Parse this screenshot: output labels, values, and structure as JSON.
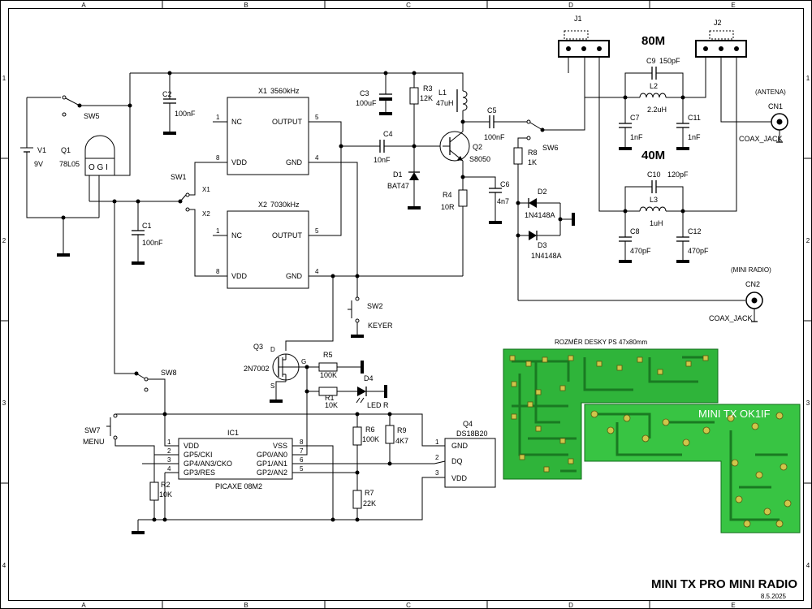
{
  "grid": {
    "columns": [
      "A",
      "B",
      "C",
      "D",
      "E"
    ],
    "rows": [
      "1",
      "2",
      "3",
      "4"
    ]
  },
  "components": {
    "v1": {
      "ref": "V1",
      "value": "9V"
    },
    "q1": {
      "ref": "Q1",
      "value": "78L05",
      "pins": "O G I"
    },
    "sw5": {
      "ref": "SW5"
    },
    "sw1": {
      "ref": "SW1",
      "pos1": "X1",
      "pos2": "X2"
    },
    "c2": {
      "ref": "C2",
      "value": "100nF"
    },
    "c1": {
      "ref": "C1",
      "value": "100nF"
    },
    "x1": {
      "ref": "X1",
      "value": "3560kHz",
      "pin_nc": "NC",
      "pin_vdd": "VDD",
      "pin_out": "OUTPUT",
      "pin_gnd": "GND",
      "n1": "1",
      "n8": "8",
      "n5": "5",
      "n4": "4"
    },
    "x2": {
      "ref": "X2",
      "value": "7030kHz",
      "pin_nc": "NC",
      "pin_vdd": "VDD",
      "pin_out": "OUTPUT",
      "pin_gnd": "GND",
      "n1": "1",
      "n8": "8",
      "n5": "5",
      "n4": "4"
    },
    "c3": {
      "ref": "C3",
      "value": "100uF"
    },
    "r3": {
      "ref": "R3",
      "value": "12K"
    },
    "l1": {
      "ref": "L1",
      "value": "47uH"
    },
    "c4": {
      "ref": "C4",
      "value": "10nF"
    },
    "d1": {
      "ref": "D1",
      "value": "BAT47"
    },
    "q2": {
      "ref": "Q2",
      "value": "S8050"
    },
    "r4": {
      "ref": "R4",
      "value": "10R"
    },
    "c5": {
      "ref": "C5",
      "value": "100nF"
    },
    "c6": {
      "ref": "C6",
      "value": "4n7"
    },
    "sw6": {
      "ref": "SW6"
    },
    "r8": {
      "ref": "R8",
      "value": "1K"
    },
    "d2": {
      "ref": "D2",
      "value": "1N4148A"
    },
    "d3": {
      "ref": "D3",
      "value": "1N4148A"
    },
    "j1": {
      "ref": "J1"
    },
    "j2": {
      "ref": "J2"
    },
    "c9": {
      "ref": "C9",
      "value": "150pF"
    },
    "l2": {
      "ref": "L2",
      "value": "2.2uH"
    },
    "c7": {
      "ref": "C7",
      "value": "1nF"
    },
    "c11": {
      "ref": "C11",
      "value": "1nF"
    },
    "c10": {
      "ref": "C10",
      "value": "120pF"
    },
    "l3": {
      "ref": "L3",
      "value": "1uH"
    },
    "c8": {
      "ref": "C8",
      "value": "470pF"
    },
    "c12": {
      "ref": "C12",
      "value": "470pF"
    },
    "cn1": {
      "ref": "CN1",
      "value": "COAX_JACK",
      "note": "(ANTENA)"
    },
    "cn2": {
      "ref": "CN2",
      "value": "COAX_JACK",
      "note": "(MINI RADIO)"
    },
    "sw2": {
      "ref": "SW2",
      "value": "KEYER"
    },
    "q3": {
      "ref": "Q3",
      "value": "2N7002",
      "pin_g": "G",
      "pin_d": "D",
      "pin_s": "S"
    },
    "r5": {
      "ref": "R5",
      "value": "100K"
    },
    "r1": {
      "ref": "R1",
      "value": "10K"
    },
    "d4": {
      "ref": "D4",
      "value": "LED R"
    },
    "sw8": {
      "ref": "SW8"
    },
    "sw7": {
      "ref": "SW7",
      "value": "MENU"
    },
    "ic1": {
      "ref": "IC1",
      "value": "PICAXE 08M2",
      "left": [
        "VDD",
        "GP5/CKI",
        "GP4/AN3/CKO",
        "GP3/RES"
      ],
      "left_nums": [
        "1",
        "2",
        "3",
        "4"
      ],
      "right": [
        "VSS",
        "GP0/AN0",
        "GP1/AN1",
        "GP2/AN2"
      ],
      "right_nums": [
        "8",
        "7",
        "6",
        "5"
      ]
    },
    "r6": {
      "ref": "R6",
      "value": "100K"
    },
    "r9": {
      "ref": "R9",
      "value": "4K7"
    },
    "r7": {
      "ref": "R7",
      "value": "22K"
    },
    "r2": {
      "ref": "R2",
      "value": "10K"
    },
    "q4": {
      "ref": "Q4",
      "value": "DS18B20",
      "pins": [
        "GND",
        "DQ",
        "VDD"
      ],
      "nums": [
        "1",
        "2",
        "3"
      ]
    }
  },
  "bands": {
    "b80": "80M",
    "b40": "40M"
  },
  "pcb": {
    "caption": "ROZMĚR DESKY PS 47x80mm",
    "label": "MINI TX OK1IF"
  },
  "title_block": {
    "title": "MINI TX PRO MINI RADIO",
    "date": "8.5.2025"
  }
}
